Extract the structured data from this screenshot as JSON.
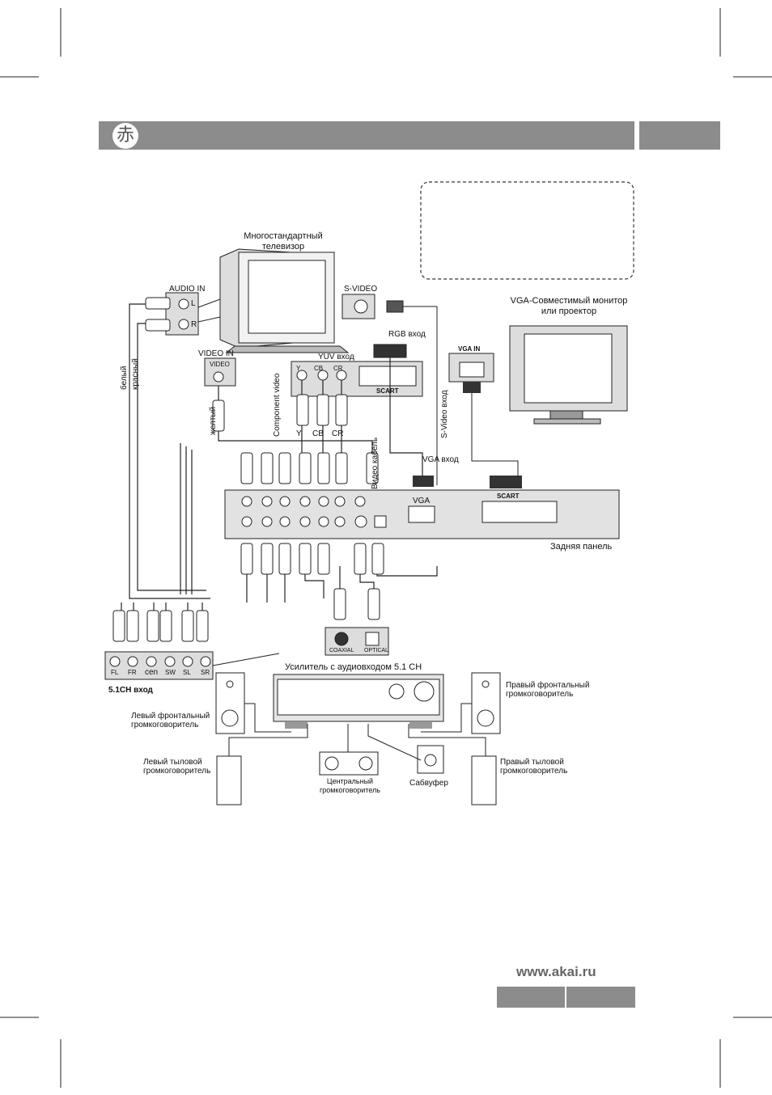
{
  "header": {
    "logo_glyph": "赤"
  },
  "labels": {
    "tv": "Многостандартный телевизор",
    "audio_in": "AUDIO IN",
    "audio_l": "L",
    "audio_r": "R",
    "video_in": "VIDEO IN",
    "video_jack": "VIDEO",
    "s_video": "S-VIDEO",
    "rgb_in": "RGB вход",
    "yuv_in": "YUV вход",
    "scart": "SCART",
    "y": "Y",
    "cb": "CB",
    "cr": "CR",
    "vga_monitor": "VGA-Совместимый монитор или проектор",
    "vga_in": "VGA IN",
    "white": "белый",
    "red": "красный",
    "yellow": "желтый",
    "component_video": "Component video",
    "video_cable": "Видео кабель",
    "svideo_in": "S-Video вход",
    "vga_input": "VGA вход",
    "rear_panel": "Задняя панель",
    "vga": "VGA",
    "panel_scart": "SCART",
    "coaxial": "COAXIAL",
    "optical": "OPTICAL",
    "ch_fl": "FL",
    "ch_fr": "FR",
    "ch_cen": "cen",
    "ch_sw": "SW",
    "ch_sl": "SL",
    "ch_sr": "SR",
    "ch51_in": "5.1CH вход",
    "amplifier": "Усилитель с аудиовходом 5.1 CH",
    "front_right_spk": "Правый фронтальный громкоговоритель",
    "front_left_spk": "Левый фронтальный громкоговоритель",
    "rear_left_spk": "Левый тыловой громкоговоритель",
    "rear_right_spk": "Правый тыловой громкоговоритель",
    "center_spk": "Центральный громкоговоритель",
    "subwoofer": "Сабвуфер"
  },
  "footer": {
    "url": "www.akai.ru"
  },
  "colors": {
    "header_bar": "#8c8c8c",
    "line": "#1a1a1a"
  }
}
